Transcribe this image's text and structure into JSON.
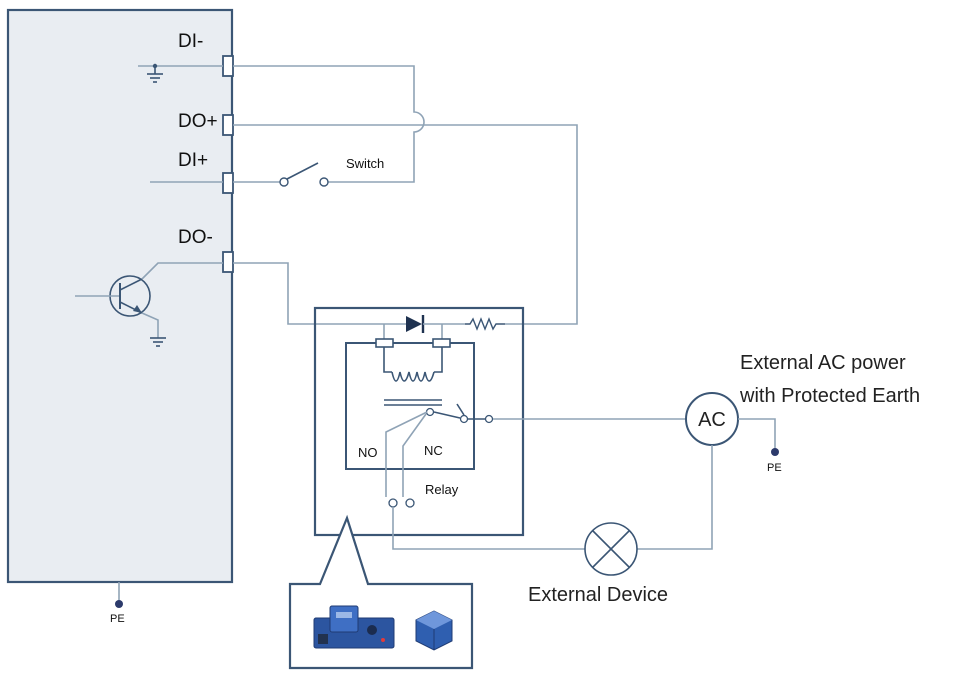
{
  "ports": {
    "di_minus": "DI-",
    "do_plus": "DO+",
    "di_plus": "DI+",
    "do_minus": "DO-"
  },
  "switch_label": "Switch",
  "relay": {
    "no_label": "NO",
    "nc_label": "NC",
    "name_label": "Relay"
  },
  "ac_source": {
    "symbol": "AC",
    "title_line1": "External AC power",
    "title_line2": "with Protected Earth"
  },
  "pe_label": "PE",
  "external_device_label": "External Device",
  "colors": {
    "panel_fill": "#e9edf2",
    "frame": "#3b5675",
    "wire": "#8fa3b6",
    "pe_dot": "#2c3a6b"
  },
  "icons": [
    "ground-icon",
    "transistor-icon",
    "diode-icon",
    "resistor-icon",
    "coil-icon",
    "lamp-icon",
    "relay-module-photo",
    "relay-photo"
  ]
}
